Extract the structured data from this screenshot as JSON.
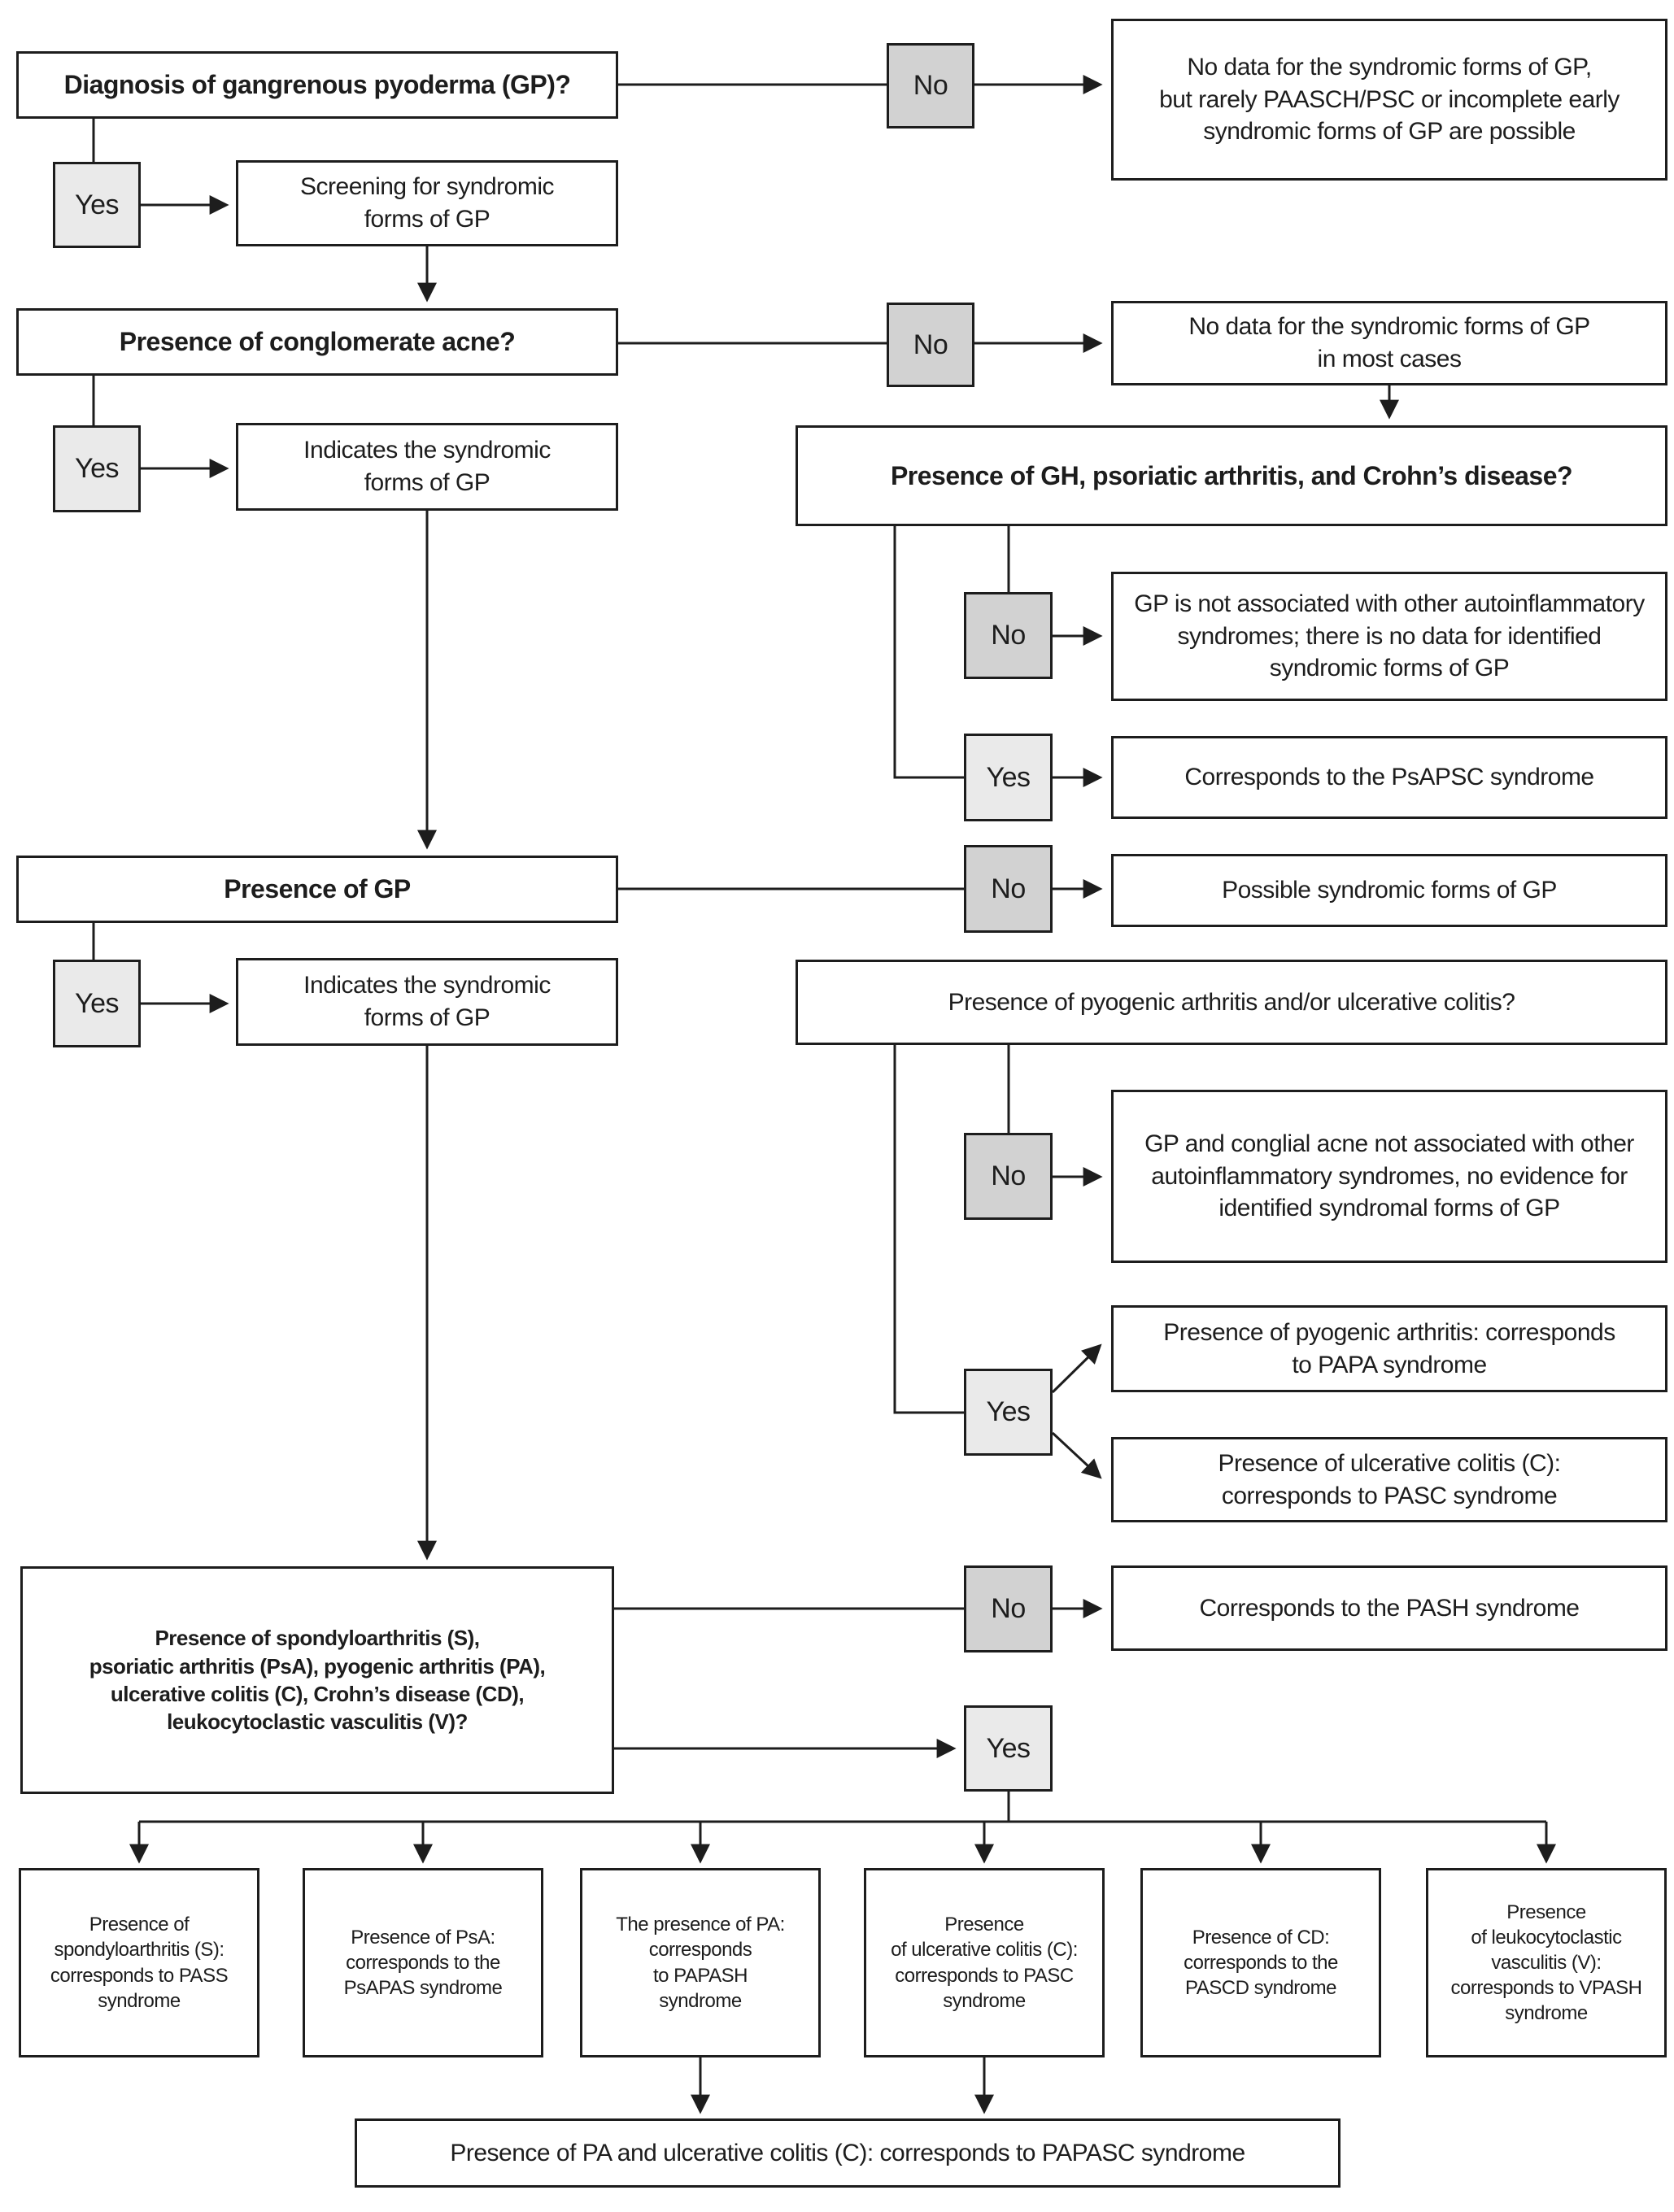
{
  "title": "Diagnostic algorithm for syndromic forms of gangrenous pyoderma",
  "colors": {
    "border": "#1d1d1d",
    "no_fill": "#d2d2d2",
    "yes_fill": "#eaeaea",
    "bg": "#ffffff"
  },
  "nodes": {
    "q_diagnosis": {
      "label": "Diagnosis of gangrenous pyoderma (GP)?"
    },
    "no_diagnosis": {
      "label": "No"
    },
    "res_no_diagnosis": {
      "label": "No data for the syndromic forms of GP,\nbut rarely PAASCH/PSC or incomplete early\nsyndromic forms of GP are possible"
    },
    "yes_diagnosis": {
      "label": "Yes"
    },
    "screening": {
      "label": "Screening for syndromic\nforms of GP"
    },
    "q_acne": {
      "label": "Presence of conglomerate acne?"
    },
    "no_acne": {
      "label": "No"
    },
    "res_no_acne": {
      "label": "No data for the syndromic forms of GP\nin most cases"
    },
    "yes_acne": {
      "label": "Yes"
    },
    "indicates1": {
      "label": "Indicates the syndromic\nforms of GP"
    },
    "q_gh": {
      "label": "Presence of GH, psoriatic arthritis, and Crohn’s disease?"
    },
    "no_gh": {
      "label": "No"
    },
    "res_no_gh": {
      "label": "GP is not associated with other autoinflammatory\nsyndromes; there is no data for identified\nsyndromic forms of GP"
    },
    "yes_gh": {
      "label": "Yes"
    },
    "res_yes_gh": {
      "label": "Corresponds to the PsAPSC syndrome"
    },
    "q_gp": {
      "label": "Presence of GP"
    },
    "no_gp": {
      "label": "No"
    },
    "res_no_gp": {
      "label": "Possible syndromic forms of GP"
    },
    "yes_gp": {
      "label": "Yes"
    },
    "indicates2": {
      "label": "Indicates the syndromic\nforms of GP"
    },
    "q_pu": {
      "label": "Presence of pyogenic arthritis and/or ulcerative colitis?"
    },
    "no_pu": {
      "label": "No"
    },
    "res_no_pu": {
      "label": "GP and conglial acne not associated with other\nautoinflammatory syndromes, no evidence for\nidentified syndromal forms of GP"
    },
    "yes_pu": {
      "label": "Yes"
    },
    "res_papa": {
      "label": "Presence of pyogenic arthritis: corresponds\nto PAPA syndrome"
    },
    "res_pasc": {
      "label": "Presence of ulcerative colitis (C):\ncorresponds to PASC syndrome"
    },
    "q_multi": {
      "label": "Presence of spondyloarthritis (S),\npsoriatic arthritis (PsA), pyogenic arthritis (PA),\nulcerative colitis (C), Crohn’s disease (CD),\nleukocytoclastic vasculitis (V)?"
    },
    "no_multi": {
      "label": "No"
    },
    "res_pash": {
      "label": "Corresponds to the PASH syndrome"
    },
    "yes_multi": {
      "label": "Yes"
    },
    "b_pass": {
      "label": "Presence of\nspondyloarthritis (S):\ncorresponds to PASS\nsyndrome"
    },
    "b_psapas": {
      "label": "Presence of PsA:\ncorresponds to the\nPsAPAS syndrome"
    },
    "b_papash": {
      "label": "The presence of PA:\ncorresponds\nto PAPASH\nsyndrome"
    },
    "b_pasc": {
      "label": "Presence\nof ulcerative colitis (C):\ncorresponds to PASC\nsyndrome"
    },
    "b_pascd": {
      "label": "Presence of CD:\ncorresponds to the\nPASCD syndrome"
    },
    "b_vpash": {
      "label": "Presence\nof leukocytoclastic\nvasculitis (V):\ncorresponds to VPASH\nsyndrome"
    },
    "b_papasc": {
      "label": "Presence of PA and ulcerative colitis (C): corresponds to PAPASC syndrome"
    }
  }
}
